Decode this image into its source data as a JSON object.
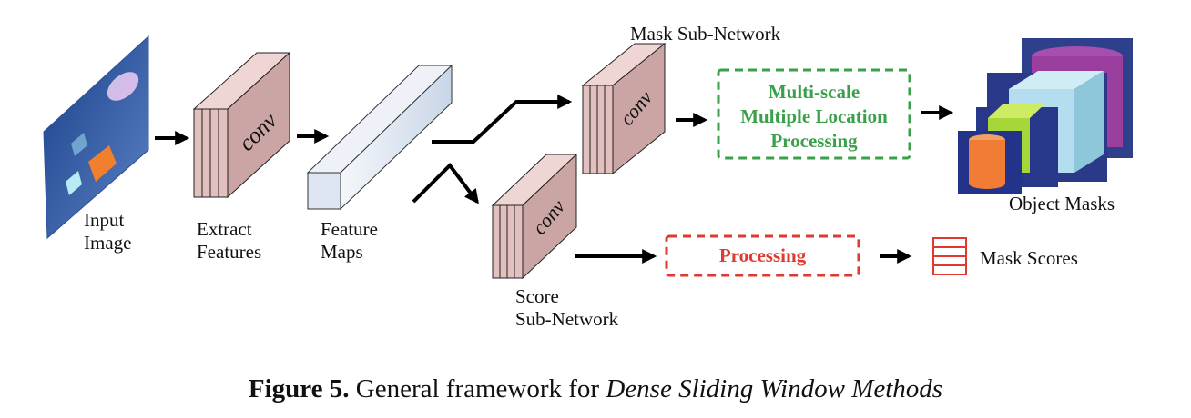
{
  "labels": {
    "input_image": [
      "Input",
      "Image"
    ],
    "extract_features": [
      "Extract",
      "Features"
    ],
    "feature_maps": [
      "Feature",
      "Maps"
    ],
    "mask_subnetwork": "Mask Sub-Network",
    "score_subnetwork": [
      "Score",
      "Sub-Network"
    ],
    "object_masks": "Object Masks",
    "mask_scores": "Mask Scores"
  },
  "conv_text": "conv",
  "boxes": {
    "multiscale": [
      "Multi-scale",
      "Multiple Location",
      "Processing"
    ],
    "processing": "Processing"
  },
  "caption": {
    "prefix": "Figure 5.",
    "text": " General framework for ",
    "emphasis": "Dense Sliding Window Methods"
  },
  "colors": {
    "conv_fill": "#e2c0be",
    "feature_map": "#dde6f2",
    "green_box": "#3aa04a",
    "red_box": "#e03a30"
  }
}
